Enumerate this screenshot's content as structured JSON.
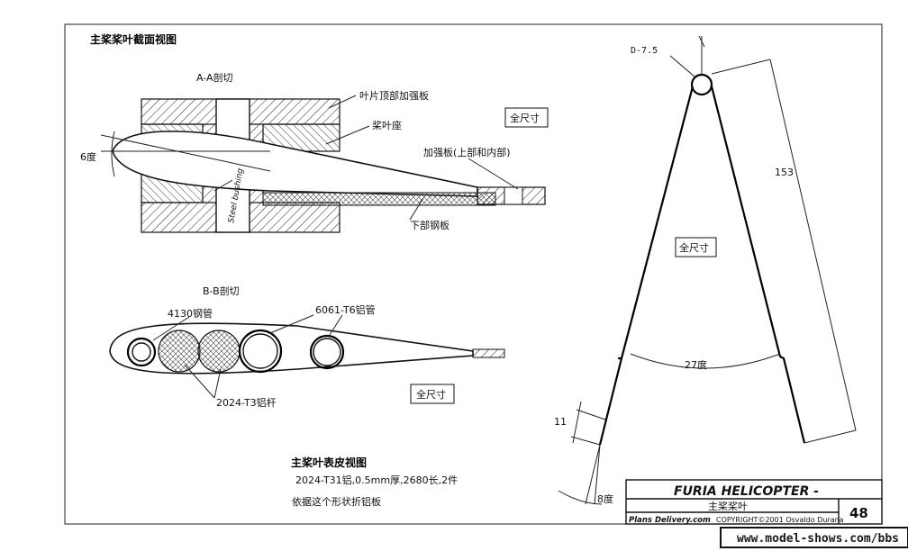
{
  "drawing": {
    "main_title": "主桨桨叶截面视图",
    "section_a": {
      "title": "A-A剖切",
      "label_top_plate": "叶片顶部加强板",
      "label_blade_grip": "桨叶座",
      "label_reinforce": "加强板(上部和内部)",
      "label_bottom_plate": "下部钢板",
      "label_angle": "6度",
      "label_bushing": "Steel bushing",
      "scale_badge": "全尺寸"
    },
    "section_b": {
      "title": "B-B剖切",
      "label_steel_tube": "4130钢管",
      "label_alu_tube": "6061-T6铝管",
      "label_alu_rod": "2024-T3铝杆",
      "scale_badge": "全尺寸"
    },
    "skin": {
      "title": "主桨叶表皮视图",
      "spec": "2024-T31铝,0.5mm厚,2680长,2件",
      "note": "依据这个形状折铝板"
    },
    "plan": {
      "label_diameter": "D-7.5",
      "label_length": "153",
      "label_angle_mid": "27度",
      "label_dim_tip": "11",
      "label_angle_tip": "8度",
      "scale_badge": "全尺寸"
    },
    "title_block": {
      "title": "FURIA HELICOPTER -",
      "part": "主桨桨叶",
      "publisher": "Plans Delivery.com",
      "copyright": "COPYRIGHT©2001 Osvaldo Durana",
      "page": "48"
    },
    "watermark": "www.model-shows.com/bbs"
  }
}
